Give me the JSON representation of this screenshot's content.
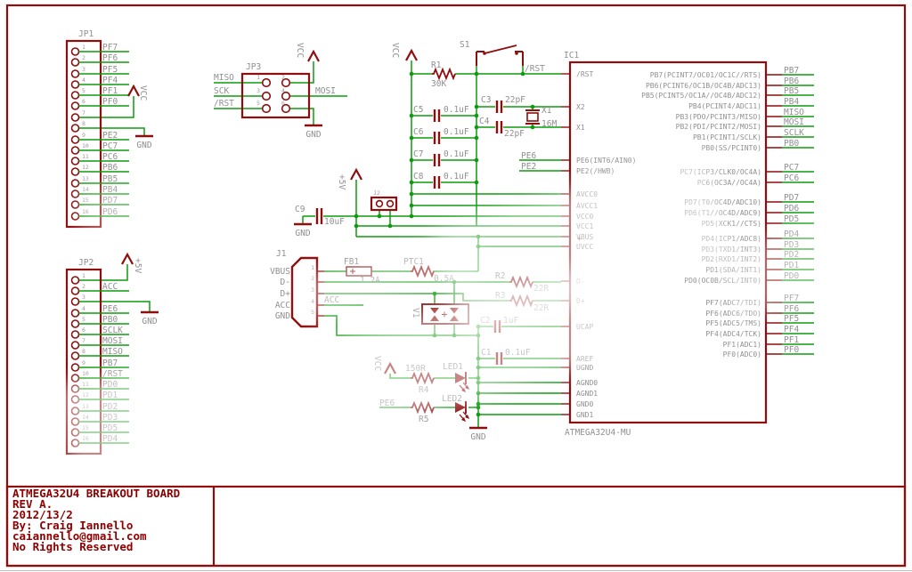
{
  "colors": {
    "wire": "#0d9b0d",
    "symbol": "#8e0d0d",
    "label": "#8f8f8f",
    "pin_number": "#9a9a9a",
    "title": "#8e0000",
    "background": "#ffffff"
  },
  "title_block": {
    "line1": "ATMEGA32U4 BREAKOUT BOARD",
    "line2": "REV A.",
    "line3": "2012/13/2",
    "line4": "By: Craig Iannello",
    "line5": "caiannello@gmail.com",
    "line6": "No Rights Reserved"
  },
  "power_labels": {
    "vcc": "VCC",
    "gnd": "GND",
    "p5v": "+5V"
  },
  "jp1": {
    "ref": "JP1",
    "pins": [
      {
        "n": "1",
        "net": "PF7"
      },
      {
        "n": "2",
        "net": "PF6"
      },
      {
        "n": "3",
        "net": "PF5"
      },
      {
        "n": "4",
        "net": "PF4"
      },
      {
        "n": "5",
        "net": "PF1"
      },
      {
        "n": "6",
        "net": "PF0"
      },
      {
        "n": "7",
        "net": ""
      },
      {
        "n": "8",
        "net": ""
      },
      {
        "n": "9",
        "net": "PE2"
      },
      {
        "n": "10",
        "net": "PC7"
      },
      {
        "n": "11",
        "net": "PC6"
      },
      {
        "n": "12",
        "net": "PB6"
      },
      {
        "n": "13",
        "net": "PB5"
      },
      {
        "n": "14",
        "net": "PB4"
      },
      {
        "n": "15",
        "net": "PD7"
      },
      {
        "n": "16",
        "net": "PD6"
      }
    ]
  },
  "jp2": {
    "ref": "JP2",
    "pins": [
      {
        "n": "1",
        "net": ""
      },
      {
        "n": "2",
        "net": "ACC"
      },
      {
        "n": "3",
        "net": ""
      },
      {
        "n": "4",
        "net": "PE6"
      },
      {
        "n": "5",
        "net": "PB0"
      },
      {
        "n": "6",
        "net": "SCLK"
      },
      {
        "n": "7",
        "net": "MOSI"
      },
      {
        "n": "8",
        "net": "MISO"
      },
      {
        "n": "9",
        "net": "PB7"
      },
      {
        "n": "10",
        "net": "/RST"
      },
      {
        "n": "11",
        "net": "PD0"
      },
      {
        "n": "12",
        "net": "PD1"
      },
      {
        "n": "13",
        "net": "PD2"
      },
      {
        "n": "14",
        "net": "PD3"
      },
      {
        "n": "15",
        "net": "PD5"
      },
      {
        "n": "16",
        "net": "PD4"
      }
    ]
  },
  "jp3": {
    "ref": "JP3",
    "left_pins": [
      {
        "n": "1",
        "net": "MISO"
      },
      {
        "n": "3",
        "net": "SCK"
      },
      {
        "n": "5",
        "net": "/RST"
      }
    ],
    "right_pins": [
      {
        "n": "2",
        "net": "VCC"
      },
      {
        "n": "4",
        "net": "MOSI"
      },
      {
        "n": "6",
        "net": "GND"
      }
    ]
  },
  "j1": {
    "ref": "J1",
    "numbers": [
      "1",
      "2",
      "3",
      "4",
      "5"
    ],
    "pins": [
      "VBUS",
      "D-",
      "D+",
      "ACC",
      "GND"
    ]
  },
  "j2": {
    "ref": "J2"
  },
  "ic1": {
    "ref": "IC1",
    "part": "ATMEGA32U4-MU",
    "left_pins": [
      "/RST",
      "X2",
      "X1",
      "PE6(INT6/AIN0)",
      "PE2(/HWB)",
      "AVCC0",
      "AVCC1",
      "VCC0",
      "VCC1",
      "VBUS",
      "UVCC",
      "D-",
      "D+",
      "UCAP",
      "AREF",
      "UGND",
      "AGND0",
      "AGND1",
      "GND0",
      "GND1"
    ],
    "right_pins": [
      "PB7(PCINT7/OC01/OC1C//RTS)",
      "PB6(PCINT6/OC1B/OC4B/ADC13)",
      "PB5(PCINT5/OC1A//OC4B/ADC12)",
      "PB4(PCINT4/ADC11)",
      "PB3(PDO/PCINT3/MISO)",
      "PB2(PDI/PCINT2/MOSI)",
      "PB1(PCINT1/SCLK)",
      "PB0(SS/PCINT0)",
      "PC7(ICP3/CLK0/OC4A)",
      "PC6(OC3A//OC4A)",
      "PD7(T0/OC4D/ADC10)",
      "PD6(T1//OC4D/ADC9)",
      "PD5(XCK1//CTS)",
      "PD4(ICP1/ADC8)",
      "PD3(TXD1/INT3)",
      "PD2(RXD1/INT2)",
      "PD1(SDA/INT1)",
      "PD0(OC0B/SCL/INT0)",
      "PF7(ADC7/TDI)",
      "PF6(ADC6/TDO)",
      "PF5(ADC5/TMS)",
      "PF4(ADC4/TCK)",
      "PF1(ADC1)",
      "PF0(ADC0)"
    ],
    "right_nets": [
      "PB7",
      "PB6",
      "PB5",
      "PB4",
      "MISO",
      "MOSI",
      "SCLK",
      "PB0",
      "PC7",
      "PC6",
      "PD7",
      "PD6",
      "PD5",
      "PD4",
      "PD3",
      "PD2",
      "PD1",
      "PD0",
      "PF7",
      "PF6",
      "PF5",
      "PF4",
      "PF1",
      "PF0"
    ]
  },
  "net_labels": {
    "rst": "/RST",
    "pe6": "PE6",
    "pe2": "PE2",
    "acc": "ACC",
    "pe6_led": "PE6"
  },
  "components": {
    "r1": {
      "ref": "R1",
      "value": "30K"
    },
    "s1": {
      "ref": "S1"
    },
    "c3": {
      "ref": "C3",
      "value": "22pF"
    },
    "c4": {
      "ref": "C4",
      "value": "22pF"
    },
    "x1": {
      "ref": "X1",
      "value": "16M"
    },
    "c5": {
      "ref": "C5",
      "value": "0.1uF"
    },
    "c6": {
      "ref": "C6",
      "value": "0.1uF"
    },
    "c7": {
      "ref": "C7",
      "value": "0.1uF"
    },
    "c8": {
      "ref": "C8",
      "value": "0.1uF"
    },
    "c9": {
      "ref": "C9",
      "value": "10uF"
    },
    "fb1": {
      "ref": "FB1",
      "value": "1.2A"
    },
    "ptc1": {
      "ref": "PTC1",
      "value": "0.5A"
    },
    "r2": {
      "ref": "R2",
      "value": "22R"
    },
    "r3": {
      "ref": "R3",
      "value": "22R"
    },
    "v1": {
      "ref": "V1"
    },
    "c2": {
      "ref": "C2",
      "value": "1uF"
    },
    "c1": {
      "ref": "C1",
      "value": "0.1uF"
    },
    "r4": {
      "ref": "R4",
      "value": "150R"
    },
    "led1": {
      "ref": "LED1"
    },
    "r5": {
      "ref": "R5"
    },
    "led2": {
      "ref": "LED2"
    }
  },
  "artifact": {
    "plus_mark": "+"
  }
}
